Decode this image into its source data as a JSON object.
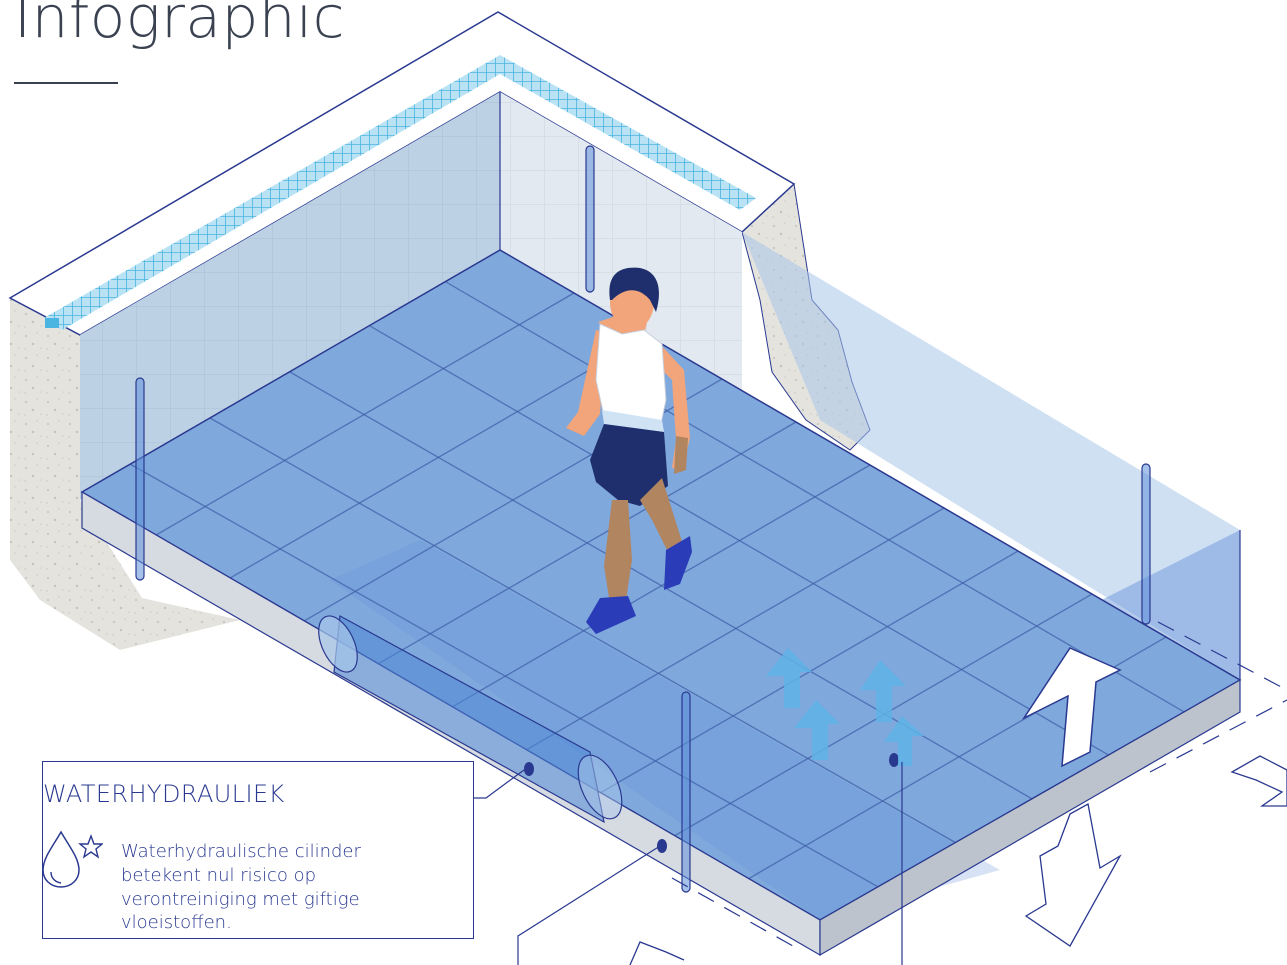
{
  "header": {
    "title": "Infographic"
  },
  "callout": {
    "title": "WATERHYDRAULIEK",
    "body": "Waterhydraulische cilinder betekent nul risico op verontreiniging met giftige vloeistoffen."
  },
  "icons": {
    "callout_icon": "water-drop-star-icon",
    "figure": "walking-person-illustration"
  },
  "colors": {
    "ink": "#2a3990",
    "title_text": "#3a4150",
    "water": "#7fa8dc",
    "floor": "#6f9ad6",
    "wall_tile": "#dfe7ee",
    "tile_trim": "#4ab5e0",
    "concrete": "#e4e3de",
    "arrow_blue": "#5fb3e6",
    "rod_blue": "#5f8fd8"
  }
}
